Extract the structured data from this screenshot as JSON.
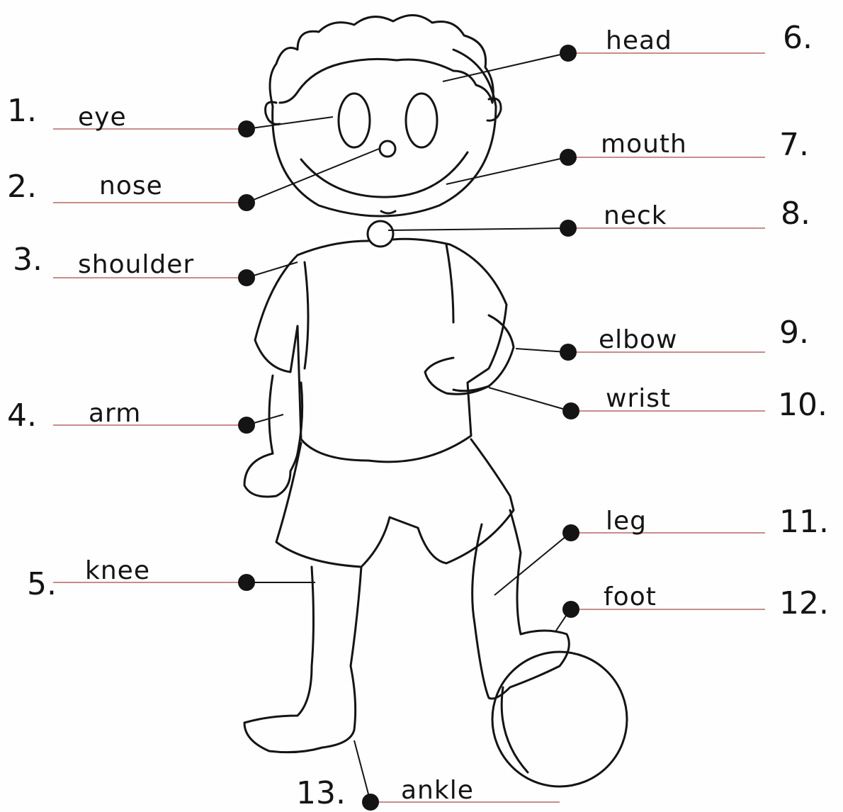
{
  "labels": [
    {
      "number": "1.",
      "word": "eye"
    },
    {
      "number": "2.",
      "word": "nose"
    },
    {
      "number": "3.",
      "word": "shoulder"
    },
    {
      "number": "4.",
      "word": "arm"
    },
    {
      "number": "5.",
      "word": "knee"
    },
    {
      "number": "6.",
      "word": "head"
    },
    {
      "number": "7.",
      "word": "mouth"
    },
    {
      "number": "8.",
      "word": "neck"
    },
    {
      "number": "9.",
      "word": "elbow"
    },
    {
      "number": "10.",
      "word": "wrist"
    },
    {
      "number": "11.",
      "word": "leg"
    },
    {
      "number": "12.",
      "word": "foot"
    },
    {
      "number": "13.",
      "word": "ankle"
    }
  ],
  "colors": {
    "ink": "#141414",
    "answer_line": "#c98c8c",
    "paper": "#fefefe"
  }
}
